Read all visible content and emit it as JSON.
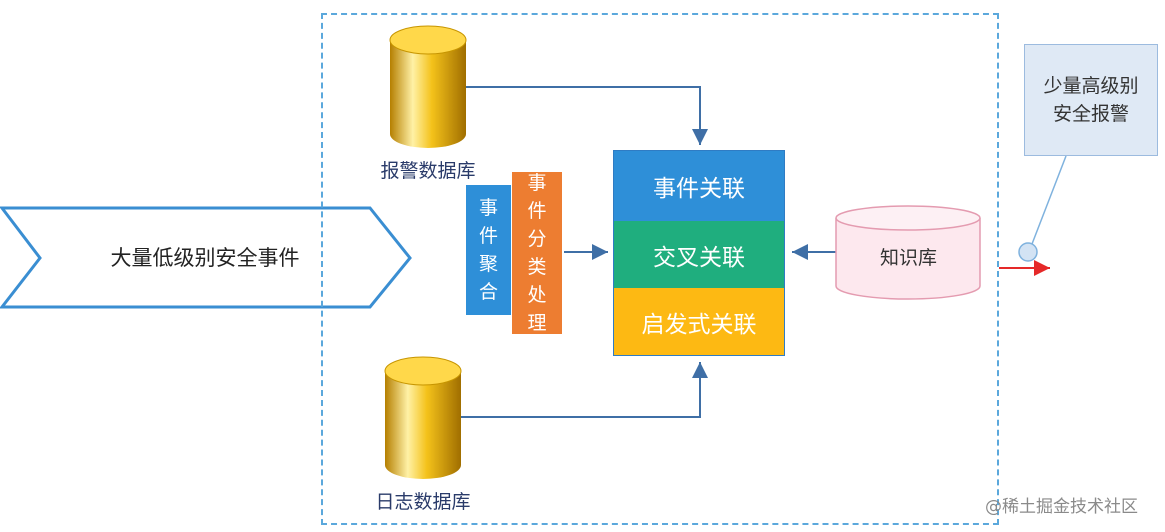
{
  "input": {
    "label": "大量低级别安全事件"
  },
  "alarm_db": {
    "label": "报警数据库"
  },
  "log_db": {
    "label": "日志数据库"
  },
  "aggregation": {
    "chars": [
      "事",
      "件",
      "聚",
      "合"
    ],
    "color": "#2e8fd8"
  },
  "classification": {
    "chars": [
      "事",
      "件",
      "分",
      "类",
      "处",
      "理"
    ],
    "color": "#ed7d31"
  },
  "correlation": {
    "event": {
      "label": "事件关联",
      "color": "#2e8fd8"
    },
    "cross": {
      "label": "交叉关联",
      "color": "#1fae7e"
    },
    "heuristic": {
      "label": "启发式关联",
      "color": "#fdb913"
    }
  },
  "knowledge_base": {
    "label": "知识库"
  },
  "output": {
    "line1": "少量高级别",
    "line2": "安全报警"
  },
  "watermark": "@稀土掘金技术社区"
}
